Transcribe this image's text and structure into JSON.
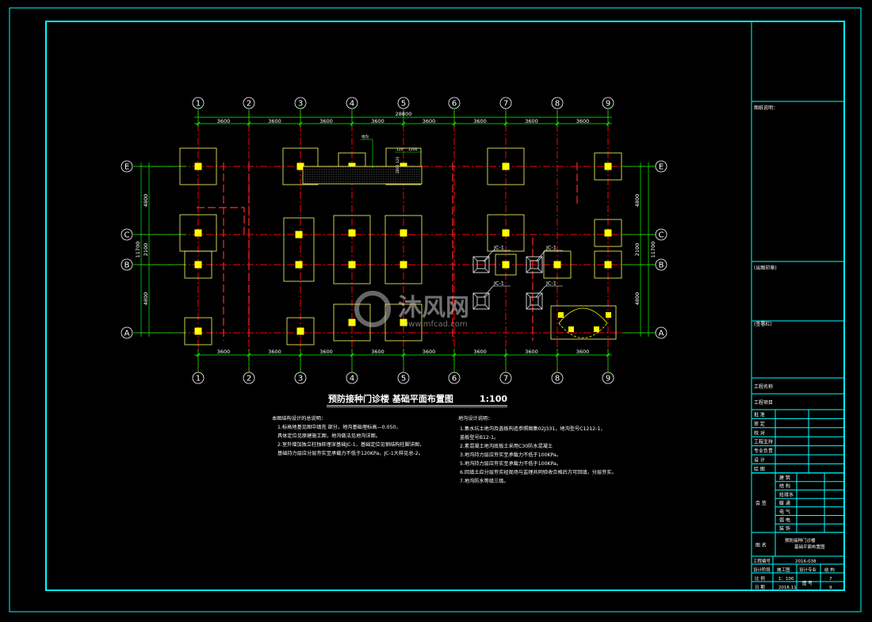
{
  "columns": [
    "1",
    "2",
    "3",
    "4",
    "5",
    "6",
    "7",
    "8",
    "9"
  ],
  "rows": [
    "E",
    "C",
    "B",
    "A"
  ],
  "dims": {
    "total_top": "28800",
    "span_top": [
      "3600",
      "3600",
      "3600",
      "3600",
      "3600",
      "3600",
      "3600",
      "3600"
    ],
    "span_bottom": [
      "3600",
      "3600",
      "3600",
      "3600",
      "3600",
      "3600",
      "3600",
      "3600"
    ],
    "left_sub": [
      "4800",
      "2100",
      "4800"
    ],
    "left_total": "11700",
    "right_sub": [
      "4800",
      "2100",
      "4800"
    ],
    "right_total": "11700",
    "pit_label": "地沟",
    "pit_w1": "120",
    "pit_w2": "1200",
    "pit_vert": "2800 120"
  },
  "jc_labels": [
    "JC-1",
    "JC-1",
    "JC-1",
    "JC-1"
  ],
  "watermark": {
    "name": "沐风网",
    "url": "www.mfcad.com"
  },
  "drawing_title": "预防接种门诊楼  基础平面布置图",
  "drawing_scale": "1:100",
  "notes_left": {
    "heading": "本图结构设计的总说明：",
    "lines": [
      "1.标高地基见图中填充     部分，地沟基础埋标高—0.050，",
      "  具体定位见原建施工图，地沟做法见地沟详图。",
      "2.室外增加独立柱独桩埋深基础JC-1，基础定位见钢结构柱脚详图，",
      "  基础持力层应分层夯实至承载力不低于120KPa，JC-1大样见总-2。"
    ]
  },
  "notes_right": {
    "heading": "地沟设计说明：",
    "lines": [
      "1.集水坑土地沟及盖板构造参照图集02J331，地沟型号C1212-1，",
      "  盖板型号B12-1。",
      "2.素混凝土地沟底板土采用C30防水混凝土",
      "3.地沟持力层应夯实至承载力不低于100KPa。",
      "5.地沟持力层应夯实至承载力不低于100KPa。",
      "6.回填土应分层夯实经现场与监理共同验收合格后方可回填，分层夯实。",
      "7.地沟防水等级三级。"
    ]
  },
  "title_block": {
    "drawing_desc": "图纸说明：",
    "stamp_area": "(出图印章)",
    "seal_area": "(签署栏)",
    "project_name_label": "工程名称",
    "project_item_label": "工程项目",
    "roles": [
      "批  准",
      "审  定",
      "校  对",
      "工程主持",
      "专业负责",
      "设  计",
      "绘  图"
    ],
    "countersign_label": "会  签",
    "disciplines": [
      "建  筑",
      "结  构",
      "给排水",
      "暖  通",
      "电  气",
      "弱  电",
      "装  饰"
    ],
    "drawing_name_label": "图  名",
    "drawing_name_value1": "预防接种门诊楼",
    "drawing_name_value2": "基础平面布置图",
    "project_no_label": "工程编号",
    "project_no_value": "2016-038",
    "design_stage_label": "设计阶段",
    "design_stage_value": "施工图",
    "discipline_label": "设计专业",
    "discipline_value": "结  构",
    "scale_label": "比  例",
    "scale_value": "1：100",
    "sheet_label": "图  号",
    "sheet_value1": "7",
    "date_label": "日  期",
    "date_value": "2016.11",
    "sheet_value2": "9"
  },
  "colors": {
    "background": "#000000",
    "frame": "#00ffff",
    "grid_axis": "#ff0000",
    "footing": "#ffff00",
    "foundation_outline": "#ffff66",
    "dimension": "#00ff00",
    "text": "#ffffff"
  }
}
